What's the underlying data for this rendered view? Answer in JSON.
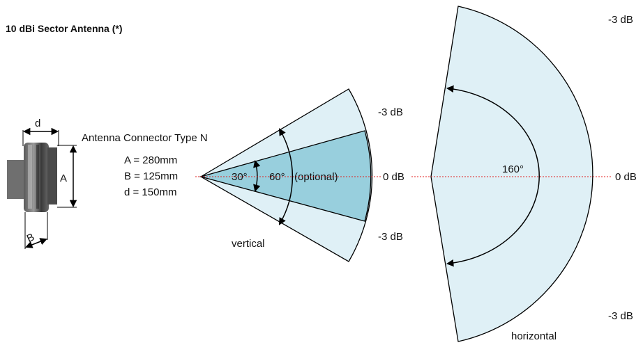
{
  "title": "10 dBi Sector Antenna (*)",
  "connector": "Antenna Connector Type N",
  "dims": {
    "a": "A = 280mm",
    "b": "B = 125mm",
    "d": "d = 150mm"
  },
  "photo_labels": {
    "d": "d",
    "a": "A",
    "b": "B"
  },
  "vertical": {
    "label": "vertical",
    "angle_inner": "30°",
    "angle_outer": "60°",
    "optional": "(optional)",
    "db_top": "-3 dB",
    "db_mid": "0 dB",
    "db_bottom": "-3 dB"
  },
  "horizontal": {
    "label": "horizontal",
    "angle": "160°",
    "db_top": "-3 dB",
    "db_mid": "0 dB",
    "db_bottom": "-3 dB"
  },
  "colors": {
    "fill_light": "#dff0f6",
    "fill_dark": "#98cfdd",
    "axis": "#e02020"
  }
}
